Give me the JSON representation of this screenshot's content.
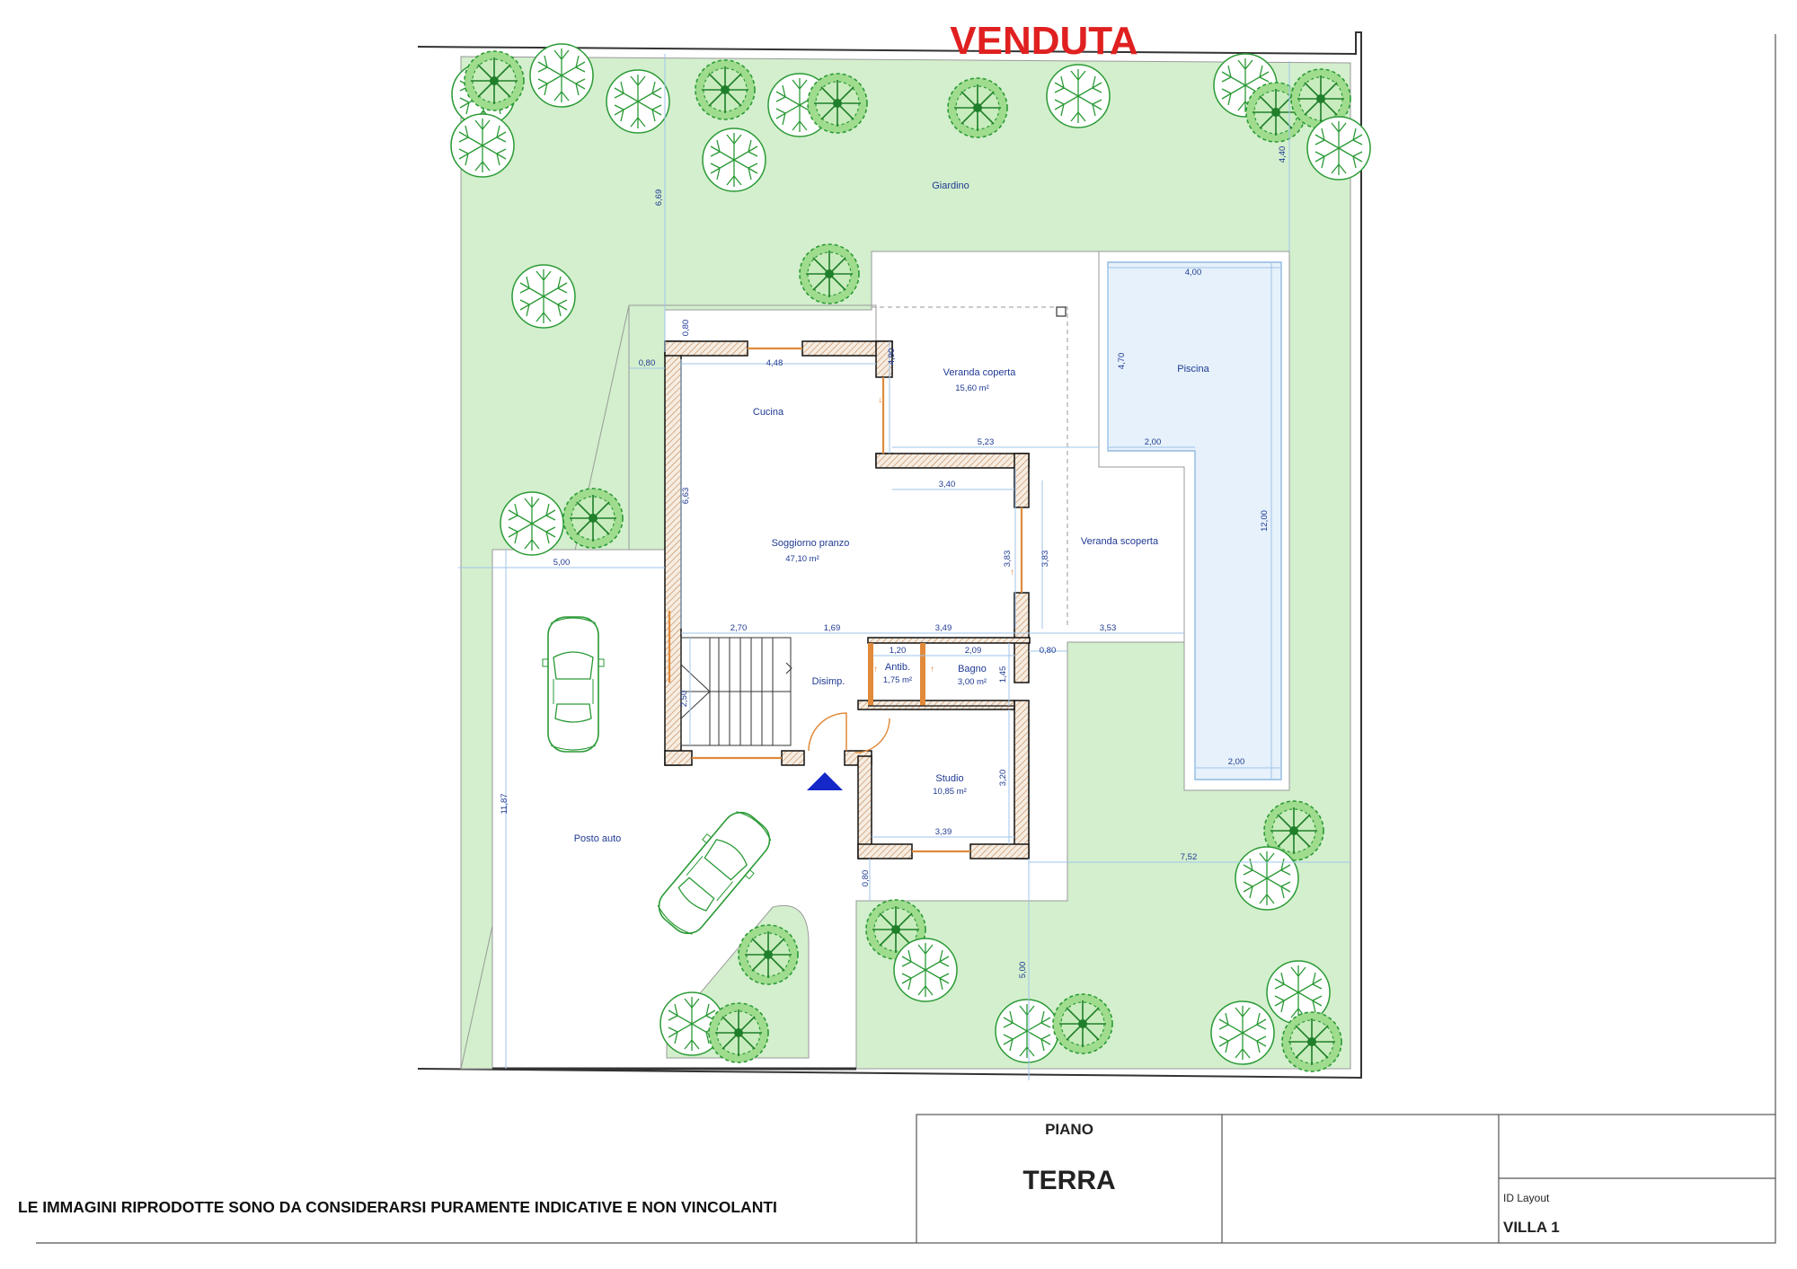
{
  "stamp": "VENDUTA",
  "disclaimer": "LE IMMAGINI RIPRODOTTE SONO DA CONSIDERARSI PURAMENTE INDICATIVE E NON VINCOLANTI",
  "title_block": {
    "floor_label": "PIANO",
    "floor_value": "TERRA",
    "id_label": "ID Layout",
    "id_value": "VILLA 1"
  },
  "rooms": {
    "giardino": {
      "name": "Giardino"
    },
    "veranda_coperta": {
      "name": "Veranda coperta",
      "area": "15,60 m²"
    },
    "piscina": {
      "name": "Piscina"
    },
    "cucina": {
      "name": "Cucina"
    },
    "soggiorno": {
      "name": "Soggiorno pranzo",
      "area": "47,10 m²"
    },
    "veranda_scoperta": {
      "name": "Veranda scoperta"
    },
    "antib": {
      "name": "Antib.",
      "area": "1,75 m²"
    },
    "bagno": {
      "name": "Bagno",
      "area": "3,00 m²"
    },
    "disimp": {
      "name": "Disimp."
    },
    "studio": {
      "name": "Studio",
      "area": "10,85 m²"
    },
    "posto_auto": {
      "name": "Posto auto"
    }
  },
  "dimensions": {
    "d_669": "6,69",
    "d_440": "4,40",
    "d_400": "4,00",
    "d_080a": "0,80",
    "d_080b": "0,80",
    "d_448": "4,48",
    "d_490": "4,90",
    "d_470": "4,70",
    "d_523": "5,23",
    "d_200a": "2,00",
    "d_340": "3,40",
    "d_663": "6,63",
    "d_1200": "12,00",
    "d_500a": "5,00",
    "d_383a": "3,83",
    "d_383b": "3,83",
    "d_270": "2,70",
    "d_169": "1,69",
    "d_349": "3,49",
    "d_353": "3,53",
    "d_120": "1,20",
    "d_209": "2,09",
    "d_080c": "0,80",
    "d_145": "1,45",
    "d_250": "2,50",
    "d_200b": "2,00",
    "d_320": "3,20",
    "d_1187": "11,87",
    "d_339": "3,39",
    "d_752": "7,52",
    "d_080d": "0,80",
    "d_500b": "5,00"
  },
  "colors": {
    "lawn": "#d3efcd",
    "pool": "#e6f1fb",
    "stamp": "#e02020",
    "text": "#1f3a93",
    "tree": "#2a9a35",
    "door": "#e08a3a",
    "entrance_arrow": "#1428c8"
  }
}
